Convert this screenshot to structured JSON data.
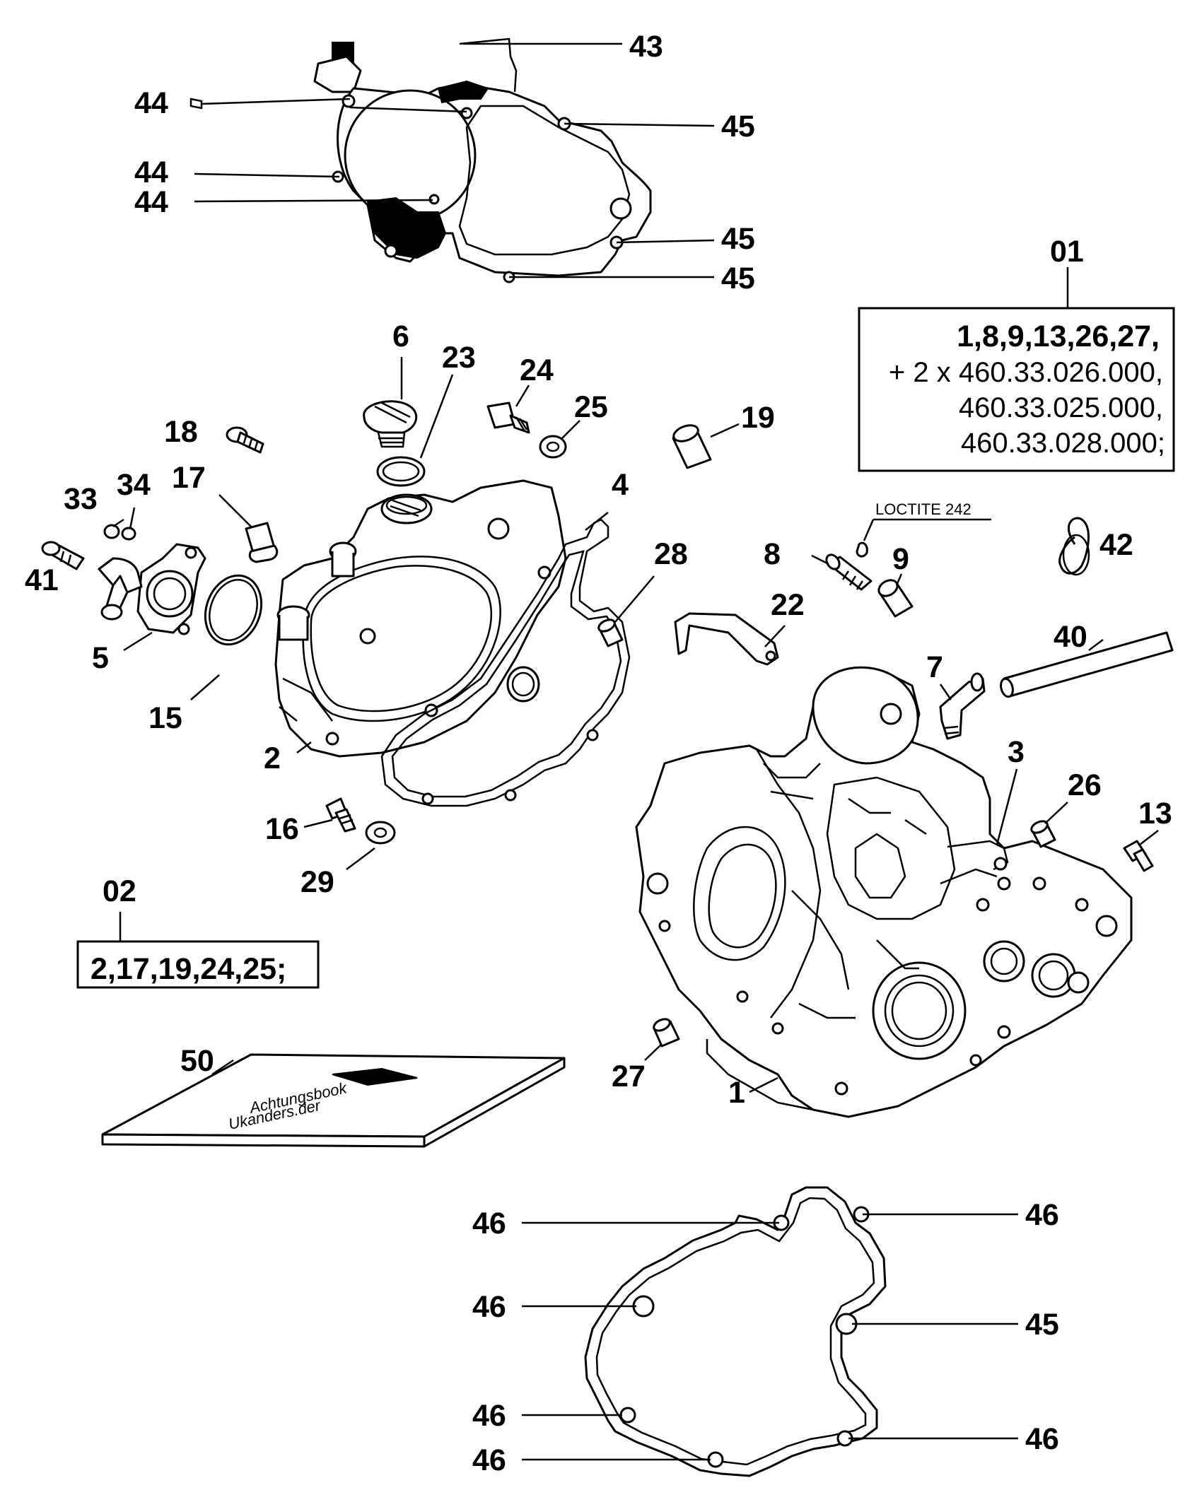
{
  "callouts": {
    "c43": "43",
    "c44a": "44",
    "c44b": "44",
    "c44c": "44",
    "c45a": "45",
    "c45b": "45",
    "c45c": "45",
    "c6": "6",
    "c23": "23",
    "c24": "24",
    "c25": "25",
    "c19": "19",
    "c18": "18",
    "c33": "33",
    "c34": "34",
    "c17": "17",
    "c41": "41",
    "c4": "4",
    "c28": "28",
    "c5": "5",
    "c15": "15",
    "c2": "2",
    "c16": "16",
    "c29": "29",
    "c8": "8",
    "c9": "9",
    "c42": "42",
    "c22": "22",
    "c40": "40",
    "c7": "7",
    "c3": "3",
    "c26": "26",
    "c13": "13",
    "c27": "27",
    "c1": "1",
    "c50": "50",
    "c46a": "46",
    "c46b": "46",
    "c46c": "46",
    "c46d": "46",
    "c46e": "46",
    "c46f": "46",
    "c45d": "45"
  },
  "kit01": {
    "label": "01",
    "line1": "1,8,9,13,26,27,",
    "line2": "+ 2 x 460.33.026.000,",
    "line3": "460.33.025.000,",
    "line4": "460.33.028.000;"
  },
  "kit02": {
    "label": "02",
    "line1": "2,17,19,24,25;"
  },
  "notes": {
    "loctite": "LOCTITE 242"
  },
  "manual": {
    "line1": "Achtungsbook",
    "line2": "Ukanders.der"
  }
}
